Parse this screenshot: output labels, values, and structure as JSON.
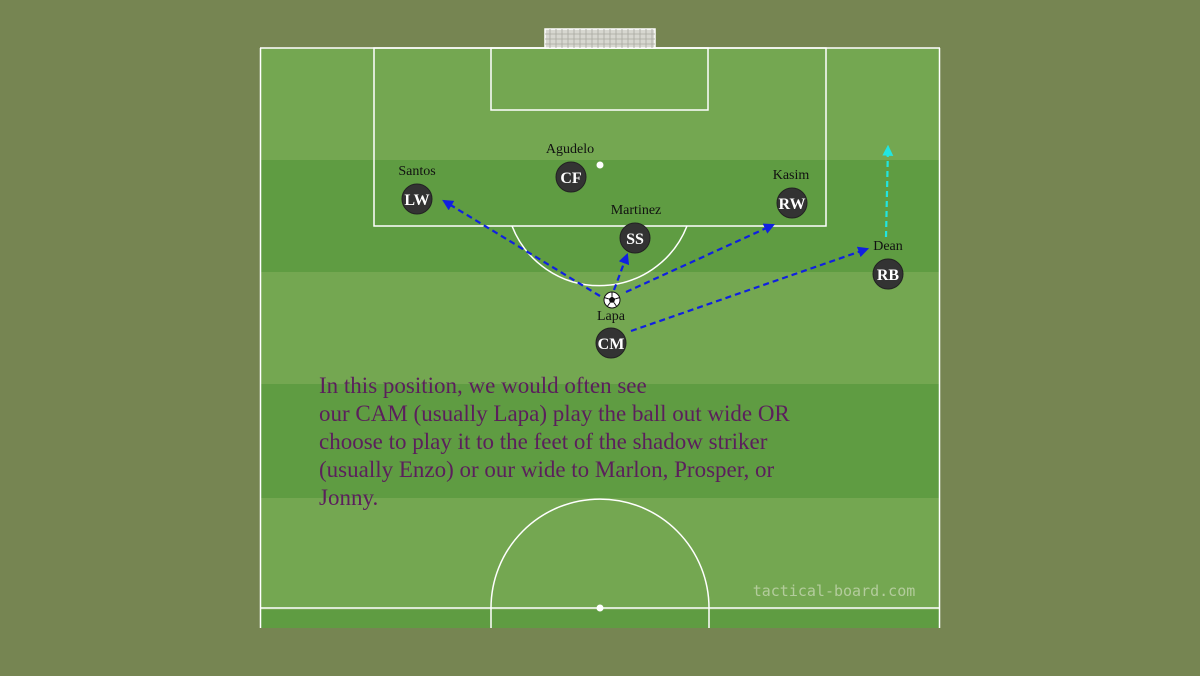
{
  "colors": {
    "background": "#768552",
    "pitch_light": "#74a751",
    "pitch_dark": "#5f9c42",
    "lines": "#ffffff",
    "player_fill": "#333333",
    "pass_arrow": "#1020e0",
    "run_arrow": "#22e5e0",
    "note_text": "#5b1f5c"
  },
  "players": [
    {
      "name": "Agudelo",
      "position": "CF"
    },
    {
      "name": "Santos",
      "position": "LW"
    },
    {
      "name": "Kasim",
      "position": "RW"
    },
    {
      "name": "Martinez",
      "position": "SS"
    },
    {
      "name": "Dean",
      "position": "RB"
    },
    {
      "name": "Lapa",
      "position": "CM"
    }
  ],
  "ball": {
    "icon": "soccer-ball-icon"
  },
  "note": {
    "lines": [
      "In this position, we would often see",
      "our CAM (usually Lapa) play the ball out wide OR",
      "choose to play it to the feet of the shadow striker",
      "(usually Enzo) or our wide to Marlon, Prosper, or",
      "Jonny."
    ]
  },
  "watermark": "tactical-board.com"
}
